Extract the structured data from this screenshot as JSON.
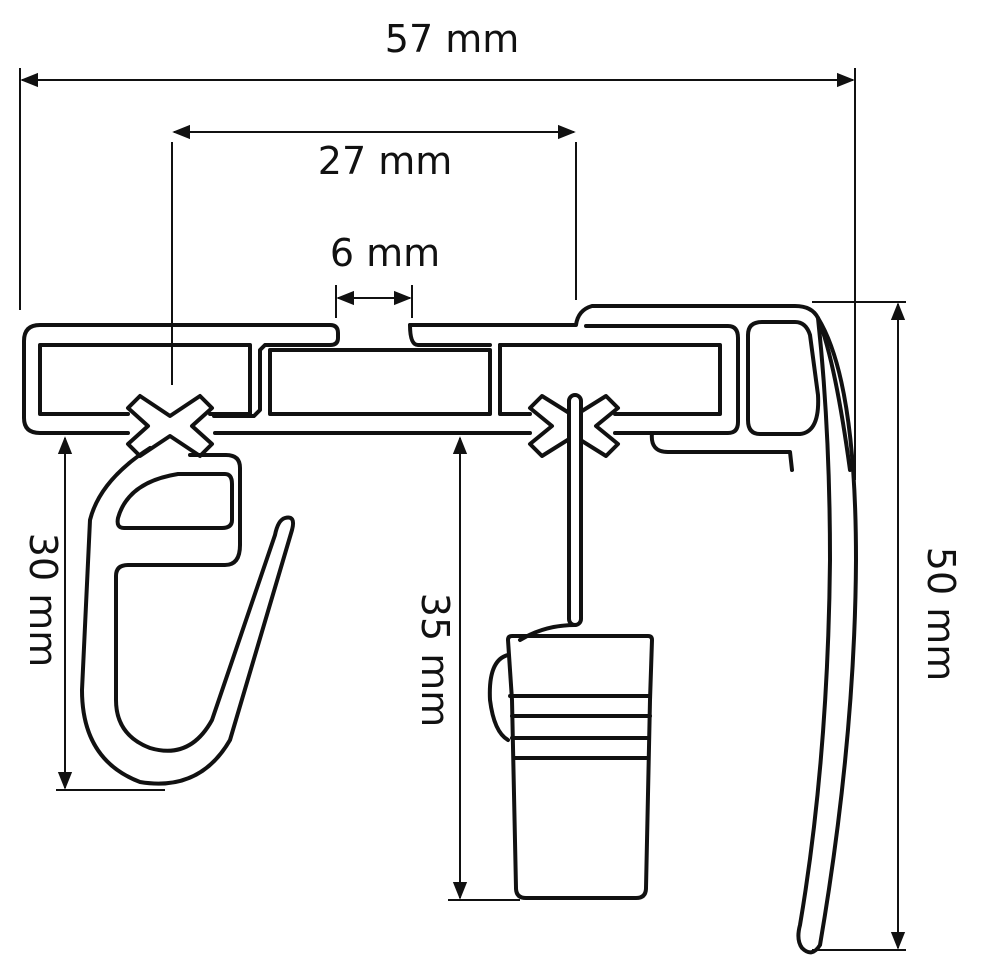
{
  "dimensions": {
    "overall_width": "57 mm",
    "hook_spacing": "27 mm",
    "slot_width": "6 mm",
    "left_hook_height": "30 mm",
    "weight_drop": "35 mm",
    "total_height": "50 mm"
  },
  "colors": {
    "line": "#111111",
    "background": "#ffffff"
  }
}
